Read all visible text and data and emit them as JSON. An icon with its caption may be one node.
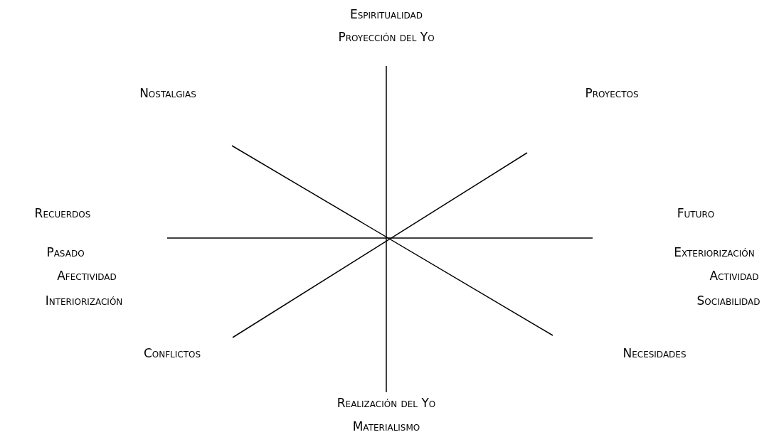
{
  "diagram": {
    "labels": [
      "Espiritualidad",
      "Proyección del Yo",
      "Nostalgias",
      "Proyectos",
      "Recuerdos",
      "Futuro",
      "Pasado",
      "Afectividad",
      "Interiorización",
      "Exteriorización",
      "Actividad",
      "Sociabilidad",
      "Conflictos",
      "Necesidades",
      "Realización del Yo",
      "Materialismo"
    ]
  }
}
